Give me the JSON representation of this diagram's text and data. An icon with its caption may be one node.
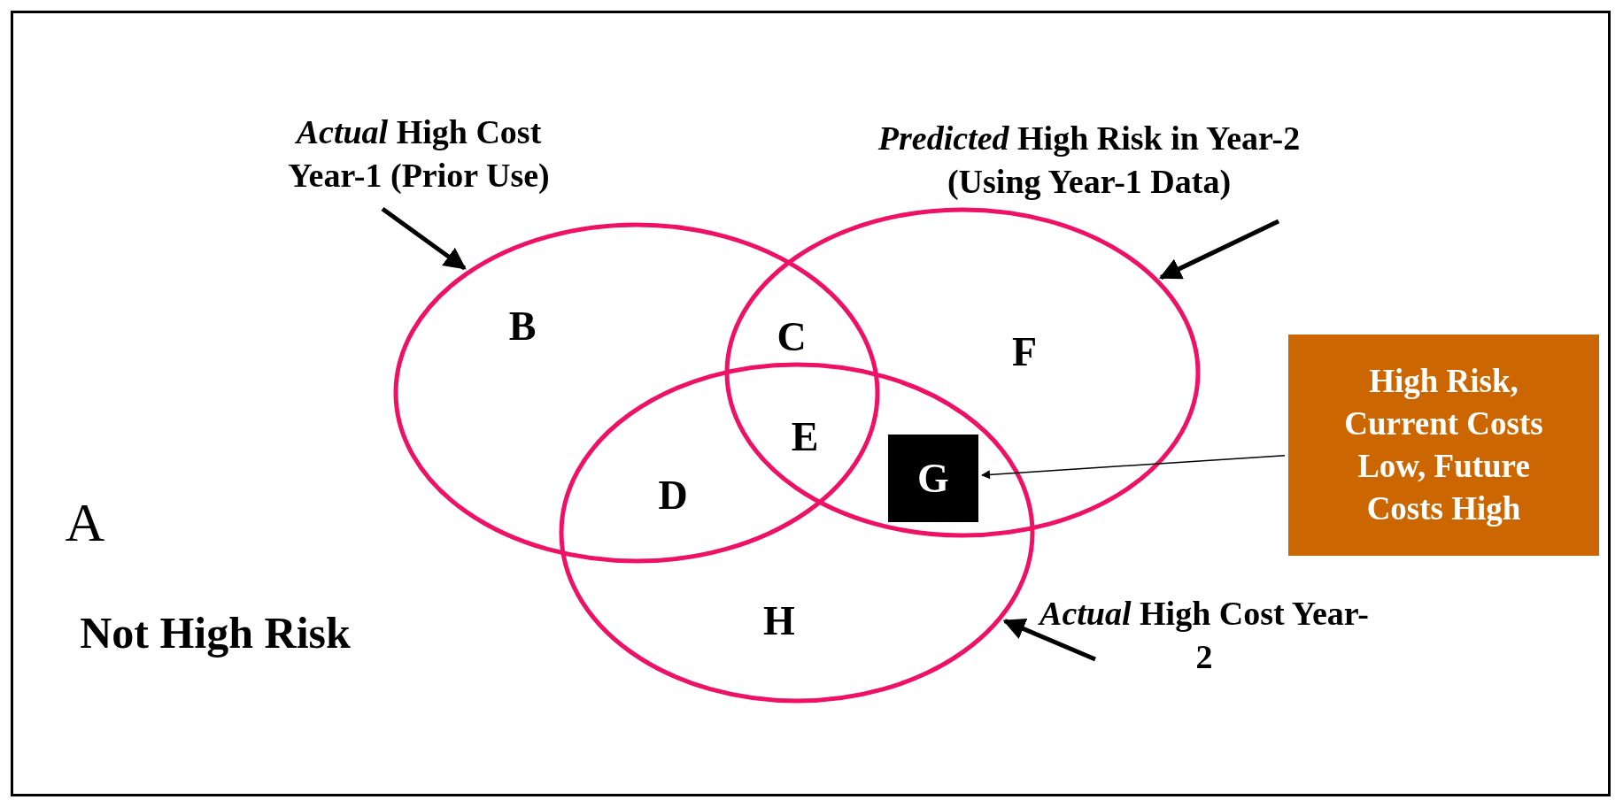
{
  "diagram": {
    "nodes": [
      {
        "text": [
          "*Actual* High Cost Year-1 (Prior Use)"
        ]
      },
      {
        "text": [
          "*Predicted* High Risk in Year-2 (Using Year-1 Data)"
        ]
      },
      {
        "text": [],
        "shape": "ellipse"
      },
      {
        "text": [],
        "shape": "ellipse"
      },
      {
        "text": [
          "G"
        ]
      },
      {
        "text": [
          "High Risk, Current Costs Low, Future Costs High"
        ]
      },
      {
        "text": [],
        "shape": "ellipse"
      },
      {
        "text": [
          "*Actual* High Cost Year- 2"
        ]
      }
    ],
    "edges": [
      {
        "from": 0,
        "to": 2,
        "arrow": "to"
      },
      {
        "from": 1,
        "to": 3,
        "arrow": "to"
      },
      {
        "from": 5,
        "to": 4,
        "arrow": "to"
      },
      {
        "from": 7,
        "to": 6,
        "arrow": "to"
      }
    ],
    "labels": [
      "B",
      "C",
      "F",
      "E",
      "D",
      "A",
      "H",
      "Not High Risk"
    ]
  }
}
